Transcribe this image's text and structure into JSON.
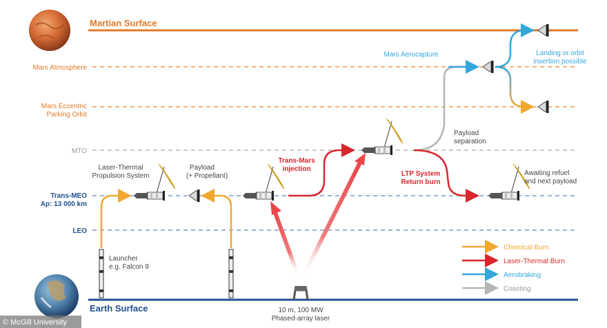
{
  "levels": {
    "martian_surface": "Martian Surface",
    "mars_atmosphere": "Mars Atmosphere",
    "parking_orbit_1": "Mars Eccentric",
    "parking_orbit_2": "Parking Orbit",
    "mto": "MTO",
    "trans_meo_1": "Trans-MEO",
    "trans_meo_2": "Ap: 13 000 km",
    "leo": "LEO",
    "earth_surface": "Earth Surface"
  },
  "labels": {
    "ltp_1": "Laser-Thermal",
    "ltp_2": "Propulsion System",
    "payload_1": "Payload",
    "payload_2": "(+ Propellant)",
    "tmi_1": "Trans-Mars",
    "tmi_2": "injection",
    "ltp_return_1": "LTP System",
    "ltp_return_2": "Return burn",
    "sep_1": "Payload",
    "sep_2": "separation",
    "aerocapture": "Mars Aerocapture",
    "landing_1": "Landing or orbit",
    "landing_2": "insertion possible",
    "await_1": "Awaiting refuel",
    "await_2": "and next payload",
    "launcher_1": "Launcher",
    "launcher_2": "e.g. Falcon 9",
    "laser_1": "10 m, 100 MW",
    "laser_2": "Phased-array laser",
    "credit": "© McGill University"
  },
  "legend": [
    {
      "label": "Chemical Burn",
      "color": "#f0a830"
    },
    {
      "label": "Laser-Thermal Burn",
      "color": "#d8262b"
    },
    {
      "label": "Aerobraking",
      "color": "#33a6dc"
    },
    {
      "label": "Coasting",
      "color": "#b5b5b5"
    }
  ],
  "colors": {
    "mars_orange": "#e07a2a",
    "earth_blue": "#1f4f8f",
    "chemical": "#f0a830",
    "laser": "#d8262b",
    "aero": "#33a6dc",
    "coast": "#b5b5b5"
  }
}
